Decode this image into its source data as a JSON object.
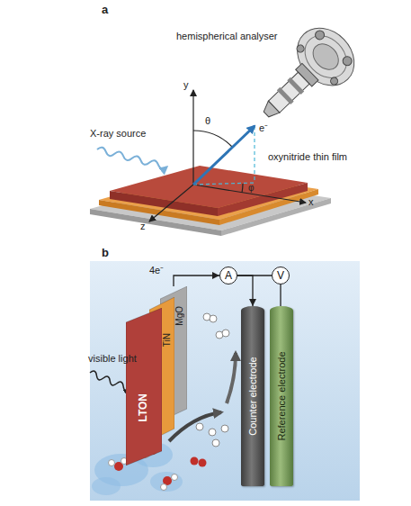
{
  "diagram": {
    "nodes": [
      {
        "text": [
          "MgO"
        ]
      },
      {
        "text": [
          "TiN"
        ]
      },
      {
        "text": [
          "LTON"
        ]
      },
      {
        "text": [
          "A"
        ]
      },
      {
        "text": [
          "V"
        ]
      },
      {
        "text": [
          "Counter electrode"
        ]
      },
      {
        "text": [
          "Reference electrode"
        ]
      }
    ],
    "edges": [
      {
        "from": 0,
        "to": 3,
        "arrow": "to"
      },
      {
        "from": 3,
        "to": 4,
        "arrow": "none"
      },
      {
        "from": 3,
        "to": 5,
        "arrow": "to"
      },
      {
        "from": 4,
        "to": 6,
        "arrow": "none"
      }
    ],
    "labels": [
      "a",
      "hemispherical analyser",
      "X-ray source",
      "y",
      "θ",
      "e⁻",
      "oxynitride thin film",
      "φ",
      "x",
      "z",
      "b",
      "4e⁻",
      "visible light"
    ]
  }
}
